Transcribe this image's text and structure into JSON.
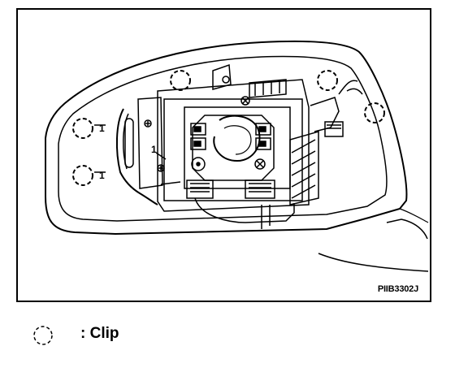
{
  "figure": {
    "code": "PIIB3302J",
    "callouts": [
      "1",
      "1",
      "1"
    ]
  },
  "legend": {
    "clip_label": ": Clip"
  },
  "colors": {
    "line": "#000000",
    "background": "#ffffff"
  },
  "icons": {
    "clip_marker": "dashed-circle-icon"
  }
}
